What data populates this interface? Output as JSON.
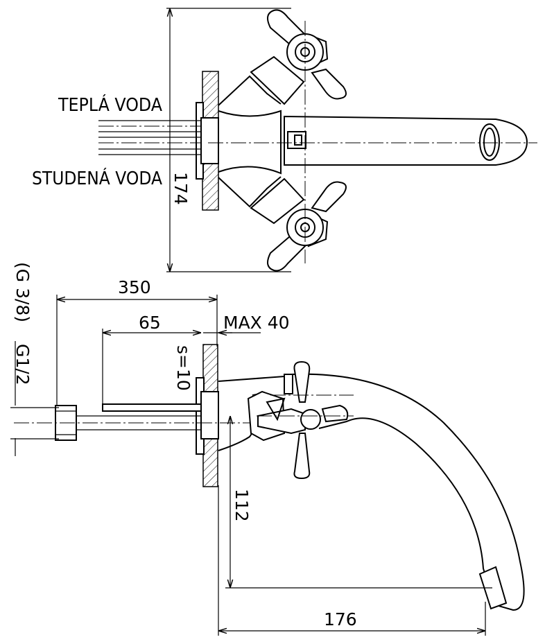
{
  "labels": {
    "hot_water": "TEPLÁ VODA",
    "cold_water": "STUDENÁ VODA"
  },
  "dimensions": {
    "height_top": "174",
    "overall_length": "350",
    "pipe_length": "65",
    "wall_thickness": "MAX 40",
    "plate_thickness": "s=10",
    "thread_outer": "(G 3/8)",
    "thread_inner": "G1/2",
    "spout_height": "112",
    "spout_reach": "176"
  }
}
